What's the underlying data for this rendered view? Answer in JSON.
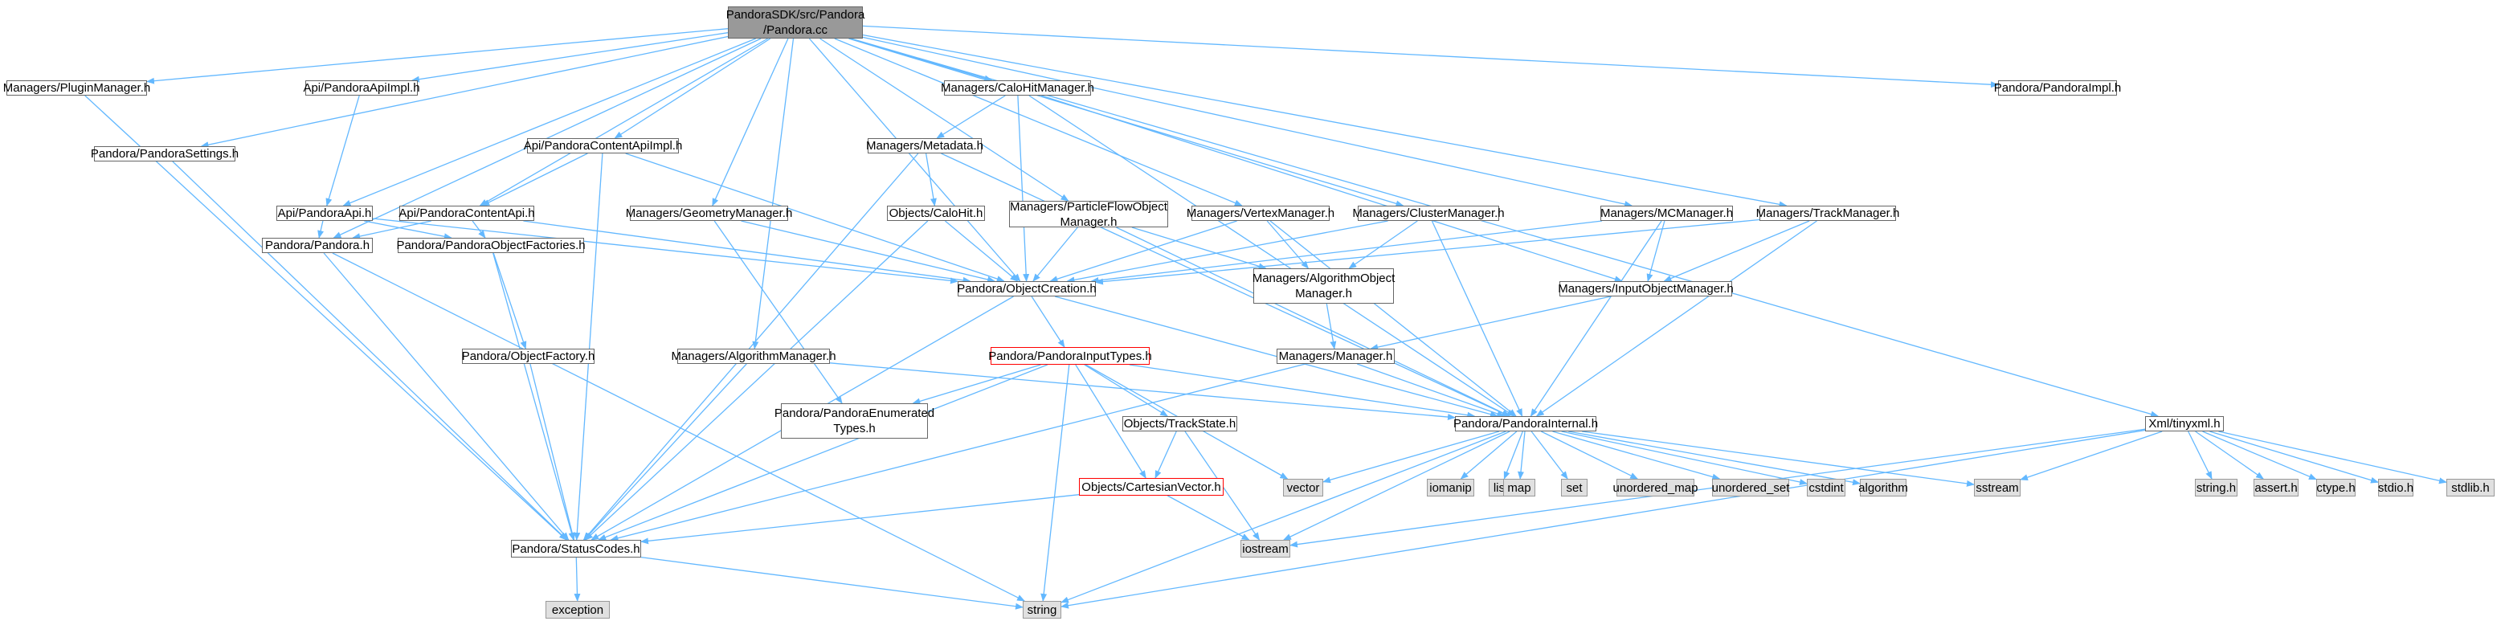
{
  "diagram": {
    "colors": {
      "edge": "#63b8ff",
      "node_border": "#666666",
      "root_fill": "#999999",
      "system_fill": "#e0e0e0",
      "truncated_border": "#ff0000"
    },
    "nodes": [
      {
        "id": "root",
        "label": "PandoraSDK/src/Pandora\n/Pandora.cc",
        "kind": "root"
      },
      {
        "id": "pluginmgr",
        "label": "Managers/PluginManager.h",
        "kind": "file"
      },
      {
        "id": "apiimpl",
        "label": "Api/PandoraApiImpl.h",
        "kind": "file"
      },
      {
        "id": "calohitmgr",
        "label": "Managers/CaloHitManager.h",
        "kind": "file"
      },
      {
        "id": "pandoraimpl",
        "label": "Pandora/PandoraImpl.h",
        "kind": "file"
      },
      {
        "id": "settings",
        "label": "Pandora/PandoraSettings.h",
        "kind": "file"
      },
      {
        "id": "contentapiimpl",
        "label": "Api/PandoraContentApiImpl.h",
        "kind": "file"
      },
      {
        "id": "metadata",
        "label": "Managers/Metadata.h",
        "kind": "file"
      },
      {
        "id": "pandoraapi",
        "label": "Api/PandoraApi.h",
        "kind": "file"
      },
      {
        "id": "contentapi",
        "label": "Api/PandoraContentApi.h",
        "kind": "file"
      },
      {
        "id": "geometrymgr",
        "label": "Managers/GeometryManager.h",
        "kind": "file"
      },
      {
        "id": "calohit",
        "label": "Objects/CaloHit.h",
        "kind": "file"
      },
      {
        "id": "pfomgr",
        "label": "Managers/ParticleFlowObject\nManager.h",
        "kind": "file"
      },
      {
        "id": "vertexmgr",
        "label": "Managers/VertexManager.h",
        "kind": "file"
      },
      {
        "id": "clustermgr",
        "label": "Managers/ClusterManager.h",
        "kind": "file"
      },
      {
        "id": "mcmgr",
        "label": "Managers/MCManager.h",
        "kind": "file"
      },
      {
        "id": "trackmgr",
        "label": "Managers/TrackManager.h",
        "kind": "file"
      },
      {
        "id": "pandorah",
        "label": "Pandora/Pandora.h",
        "kind": "file"
      },
      {
        "id": "objfactories",
        "label": "Pandora/PandoraObjectFactories.h",
        "kind": "file"
      },
      {
        "id": "objcreation",
        "label": "Pandora/ObjectCreation.h",
        "kind": "file"
      },
      {
        "id": "algobjmgr",
        "label": "Managers/AlgorithmObject\nManager.h",
        "kind": "file"
      },
      {
        "id": "inputobjmgr",
        "label": "Managers/InputObjectManager.h",
        "kind": "file"
      },
      {
        "id": "objfactory",
        "label": "Pandora/ObjectFactory.h",
        "kind": "file"
      },
      {
        "id": "algmgr",
        "label": "Managers/AlgorithmManager.h",
        "kind": "file"
      },
      {
        "id": "inputtypes",
        "label": "Pandora/PandoraInputTypes.h",
        "kind": "truncated"
      },
      {
        "id": "manager",
        "label": "Managers/Manager.h",
        "kind": "file"
      },
      {
        "id": "enumtypes",
        "label": "Pandora/PandoraEnumerated\nTypes.h",
        "kind": "file"
      },
      {
        "id": "trackstate",
        "label": "Objects/TrackState.h",
        "kind": "file"
      },
      {
        "id": "internal",
        "label": "Pandora/PandoraInternal.h",
        "kind": "file"
      },
      {
        "id": "tinyxml",
        "label": "Xml/tinyxml.h",
        "kind": "file"
      },
      {
        "id": "cartesian",
        "label": "Objects/CartesianVector.h",
        "kind": "truncated"
      },
      {
        "id": "vector",
        "label": "vector",
        "kind": "system"
      },
      {
        "id": "iomanip",
        "label": "iomanip",
        "kind": "system"
      },
      {
        "id": "list",
        "label": "list",
        "kind": "system"
      },
      {
        "id": "map",
        "label": "map",
        "kind": "system"
      },
      {
        "id": "set",
        "label": "set",
        "kind": "system"
      },
      {
        "id": "umap",
        "label": "unordered_map",
        "kind": "system"
      },
      {
        "id": "uset",
        "label": "unordered_set",
        "kind": "system"
      },
      {
        "id": "cstdint",
        "label": "cstdint",
        "kind": "system"
      },
      {
        "id": "algorithm",
        "label": "algorithm",
        "kind": "system"
      },
      {
        "id": "sstream",
        "label": "sstream",
        "kind": "system"
      },
      {
        "id": "stringh",
        "label": "string.h",
        "kind": "system"
      },
      {
        "id": "asserth",
        "label": "assert.h",
        "kind": "system"
      },
      {
        "id": "ctypeh",
        "label": "ctype.h",
        "kind": "system"
      },
      {
        "id": "stdioh",
        "label": "stdio.h",
        "kind": "system"
      },
      {
        "id": "stdlibh",
        "label": "stdlib.h",
        "kind": "system"
      },
      {
        "id": "statuscodes",
        "label": "Pandora/StatusCodes.h",
        "kind": "file"
      },
      {
        "id": "iostream",
        "label": "iostream",
        "kind": "system"
      },
      {
        "id": "exception",
        "label": "exception",
        "kind": "system"
      },
      {
        "id": "string",
        "label": "string",
        "kind": "system"
      }
    ],
    "edges": [
      [
        "root",
        "pluginmgr"
      ],
      [
        "root",
        "apiimpl"
      ],
      [
        "root",
        "calohitmgr"
      ],
      [
        "root",
        "pandoraimpl"
      ],
      [
        "root",
        "settings"
      ],
      [
        "root",
        "contentapiimpl"
      ],
      [
        "root",
        "pandoraapi"
      ],
      [
        "root",
        "contentapi"
      ],
      [
        "root",
        "geometrymgr"
      ],
      [
        "root",
        "pfomgr"
      ],
      [
        "root",
        "vertexmgr"
      ],
      [
        "root",
        "clustermgr"
      ],
      [
        "root",
        "mcmgr"
      ],
      [
        "root",
        "trackmgr"
      ],
      [
        "root",
        "pandorah"
      ],
      [
        "root",
        "algmgr"
      ],
      [
        "root",
        "tinyxml"
      ],
      [
        "root",
        "objcreation"
      ],
      [
        "pluginmgr",
        "statuscodes"
      ],
      [
        "settings",
        "statuscodes"
      ],
      [
        "apiimpl",
        "pandoraapi"
      ],
      [
        "calohitmgr",
        "metadata"
      ],
      [
        "calohitmgr",
        "objcreation"
      ],
      [
        "calohitmgr",
        "inputobjmgr"
      ],
      [
        "calohitmgr",
        "internal"
      ],
      [
        "contentapiimpl",
        "contentapi"
      ],
      [
        "contentapiimpl",
        "objcreation"
      ],
      [
        "contentapiimpl",
        "statuscodes"
      ],
      [
        "metadata",
        "calohit"
      ],
      [
        "metadata",
        "internal"
      ],
      [
        "metadata",
        "statuscodes"
      ],
      [
        "pandoraapi",
        "pandorah"
      ],
      [
        "pandoraapi",
        "objfactories"
      ],
      [
        "pandoraapi",
        "objcreation"
      ],
      [
        "contentapi",
        "pandorah"
      ],
      [
        "contentapi",
        "objfactories"
      ],
      [
        "contentapi",
        "objcreation"
      ],
      [
        "geometrymgr",
        "objcreation"
      ],
      [
        "geometrymgr",
        "enumtypes"
      ],
      [
        "calohit",
        "objcreation"
      ],
      [
        "calohit",
        "statuscodes"
      ],
      [
        "pfomgr",
        "objcreation"
      ],
      [
        "pfomgr",
        "algobjmgr"
      ],
      [
        "pfomgr",
        "internal"
      ],
      [
        "vertexmgr",
        "objcreation"
      ],
      [
        "vertexmgr",
        "algobjmgr"
      ],
      [
        "vertexmgr",
        "internal"
      ],
      [
        "clustermgr",
        "objcreation"
      ],
      [
        "clustermgr",
        "algobjmgr"
      ],
      [
        "clustermgr",
        "internal"
      ],
      [
        "mcmgr",
        "objcreation"
      ],
      [
        "mcmgr",
        "inputobjmgr"
      ],
      [
        "mcmgr",
        "internal"
      ],
      [
        "trackmgr",
        "objcreation"
      ],
      [
        "trackmgr",
        "inputobjmgr"
      ],
      [
        "trackmgr",
        "internal"
      ],
      [
        "pandorah",
        "statuscodes"
      ],
      [
        "pandorah",
        "string"
      ],
      [
        "objfactories",
        "objfactory"
      ],
      [
        "objfactories",
        "statuscodes"
      ],
      [
        "objfactory",
        "statuscodes"
      ],
      [
        "objcreation",
        "inputtypes"
      ],
      [
        "objcreation",
        "internal"
      ],
      [
        "objcreation",
        "statuscodes"
      ],
      [
        "algobjmgr",
        "manager"
      ],
      [
        "inputobjmgr",
        "manager"
      ],
      [
        "manager",
        "internal"
      ],
      [
        "manager",
        "statuscodes"
      ],
      [
        "algmgr",
        "internal"
      ],
      [
        "algmgr",
        "statuscodes"
      ],
      [
        "inputtypes",
        "enumtypes"
      ],
      [
        "inputtypes",
        "trackstate"
      ],
      [
        "inputtypes",
        "cartesian"
      ],
      [
        "inputtypes",
        "internal"
      ],
      [
        "inputtypes",
        "statuscodes"
      ],
      [
        "inputtypes",
        "vector"
      ],
      [
        "inputtypes",
        "string"
      ],
      [
        "trackstate",
        "cartesian"
      ],
      [
        "trackstate",
        "iostream"
      ],
      [
        "cartesian",
        "statuscodes"
      ],
      [
        "cartesian",
        "iostream"
      ],
      [
        "internal",
        "vector"
      ],
      [
        "internal",
        "iomanip"
      ],
      [
        "internal",
        "list"
      ],
      [
        "internal",
        "map"
      ],
      [
        "internal",
        "set"
      ],
      [
        "internal",
        "umap"
      ],
      [
        "internal",
        "uset"
      ],
      [
        "internal",
        "cstdint"
      ],
      [
        "internal",
        "algorithm"
      ],
      [
        "internal",
        "sstream"
      ],
      [
        "internal",
        "iostream"
      ],
      [
        "internal",
        "string"
      ],
      [
        "tinyxml",
        "sstream"
      ],
      [
        "tinyxml",
        "stringh"
      ],
      [
        "tinyxml",
        "asserth"
      ],
      [
        "tinyxml",
        "ctypeh"
      ],
      [
        "tinyxml",
        "stdioh"
      ],
      [
        "tinyxml",
        "stdlibh"
      ],
      [
        "tinyxml",
        "iostream"
      ],
      [
        "tinyxml",
        "string"
      ],
      [
        "statuscodes",
        "exception"
      ],
      [
        "statuscodes",
        "string"
      ]
    ]
  }
}
